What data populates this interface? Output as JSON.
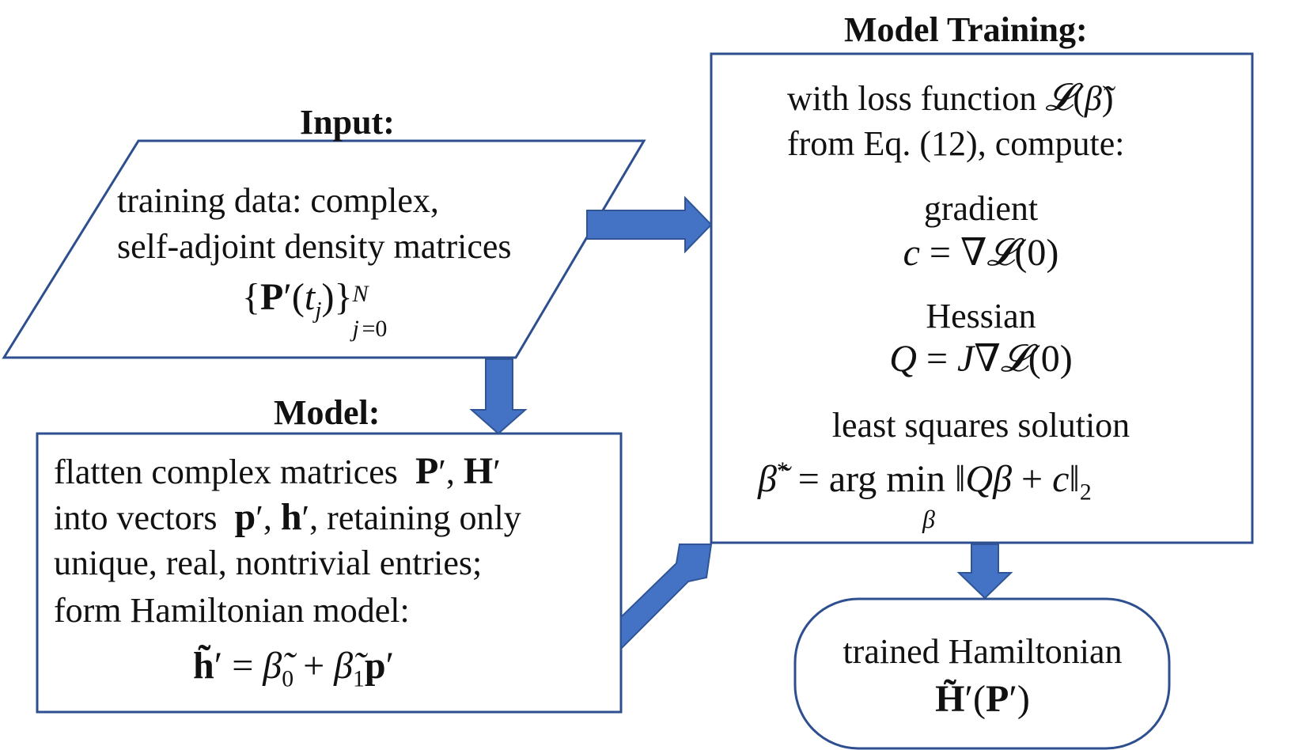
{
  "colors": {
    "box_stroke": "#2e4f8f",
    "arrow_fill": "#4472c4",
    "arrow_stroke": "#2f5597",
    "text": "#111111"
  },
  "input": {
    "heading": "Input:",
    "line1": "training data: complex,",
    "line2": "self-adjoint density matrices",
    "formula": "{P′(tj)}j=0N"
  },
  "model": {
    "heading": "Model:",
    "line1": "flatten complex matrices  P′, H′",
    "line2": "into vectors  p′, h′, retaining only",
    "line3": "unique, real, nontrivial entries;",
    "line4": "form Hamiltonian model:",
    "formula": "h̃′ = β̃0 + β̃1p′"
  },
  "training": {
    "heading": "Model Training:",
    "line1": "with loss function 𝓛(β̃)",
    "line2": "from Eq. (12), compute:",
    "gradient_label": "gradient",
    "gradient_formula": "c = ∇𝓛(0)",
    "hessian_label": "Hessian",
    "hessian_formula": "Q = J∇𝓛(0)",
    "ls_label": "least squares solution",
    "ls_formula": "β̃* = arg min ‖Qβ + c‖2",
    "ls_subscript": "β"
  },
  "output": {
    "line1": "trained Hamiltonian",
    "formula": "H̃′(P′)"
  }
}
